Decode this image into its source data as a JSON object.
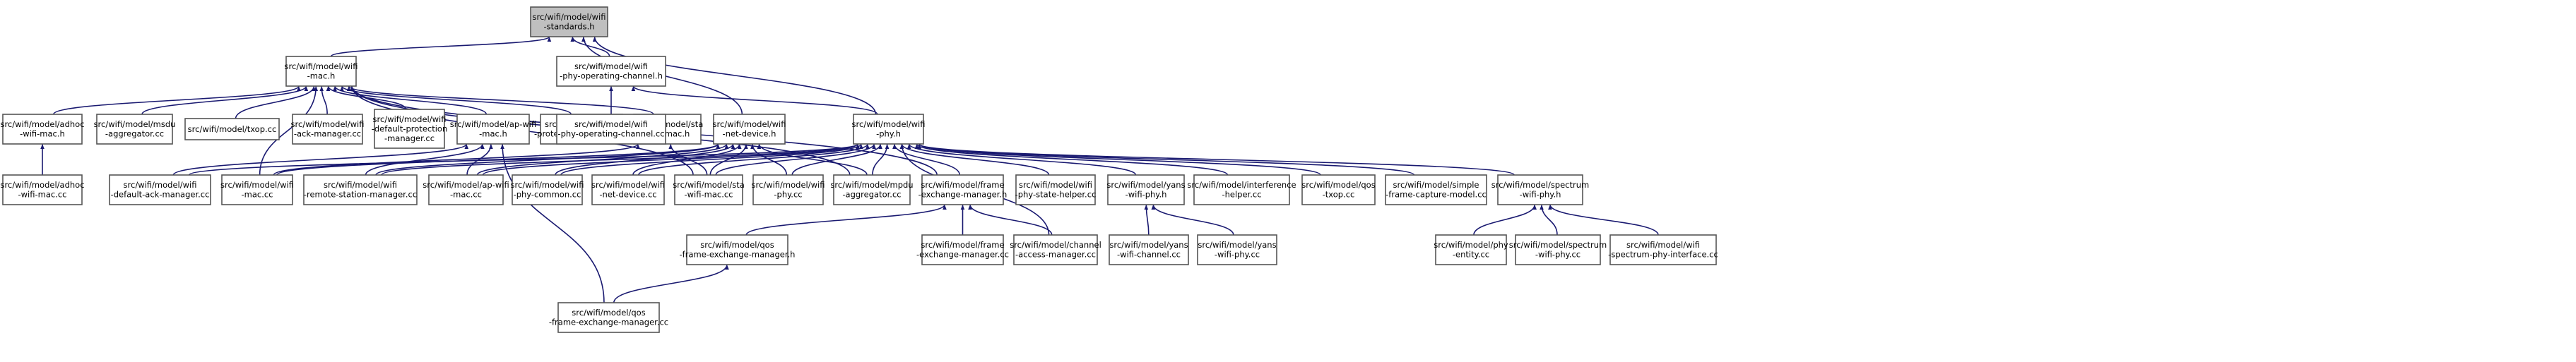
{
  "graph": {
    "nodes": [
      {
        "id": "standards",
        "lines": [
          "src/wifi/model/wifi",
          "-standards.h"
        ],
        "root": true
      },
      {
        "id": "mac_h",
        "lines": [
          "src/wifi/model/wifi",
          "-mac.h"
        ]
      },
      {
        "id": "phy_op_ch_h",
        "lines": [
          "src/wifi/model/wifi",
          "-phy-operating-channel.h"
        ]
      },
      {
        "id": "adhoc_mac_h",
        "lines": [
          "src/wifi/model/adhoc",
          "-wifi-mac.h"
        ]
      },
      {
        "id": "msdu_agg",
        "lines": [
          "src/wifi/model/msdu",
          "-aggregator.cc"
        ]
      },
      {
        "id": "txop_cc",
        "lines": [
          "src/wifi/model/txop.cc"
        ]
      },
      {
        "id": "ack_mgr",
        "lines": [
          "src/wifi/model/wifi",
          "-ack-manager.cc"
        ]
      },
      {
        "id": "def_prot",
        "lines": [
          "src/wifi/model/wifi",
          "-default-protection",
          "-manager.cc"
        ]
      },
      {
        "id": "ap_mac_h",
        "lines": [
          "src/wifi/model/ap-wifi",
          "-mac.h"
        ]
      },
      {
        "id": "prot_mgr",
        "lines": [
          "src/wifi/model/wifi",
          "-protection-manager.cc"
        ]
      },
      {
        "id": "sta_mac_h",
        "lines": [
          "src/wifi/model/sta",
          "-wifi-mac.h"
        ]
      },
      {
        "id": "net_dev_h",
        "lines": [
          "src/wifi/model/wifi",
          "-net-device.h"
        ]
      },
      {
        "id": "phy_op_ch_cc",
        "lines": [
          "src/wifi/model/wifi",
          "-phy-operating-channel.cc"
        ]
      },
      {
        "id": "phy_h",
        "lines": [
          "src/wifi/model/wifi",
          "-phy.h"
        ]
      },
      {
        "id": "adhoc_mac_cc",
        "lines": [
          "src/wifi/model/adhoc",
          "-wifi-mac.cc"
        ]
      },
      {
        "id": "def_ack",
        "lines": [
          "src/wifi/model/wifi",
          "-default-ack-manager.cc"
        ]
      },
      {
        "id": "mac_cc",
        "lines": [
          "src/wifi/model/wifi",
          "-mac.cc"
        ]
      },
      {
        "id": "rsm",
        "lines": [
          "src/wifi/model/wifi",
          "-remote-station-manager.cc"
        ]
      },
      {
        "id": "ap_mac_cc",
        "lines": [
          "src/wifi/model/ap-wifi",
          "-mac.cc"
        ]
      },
      {
        "id": "phy_common",
        "lines": [
          "src/wifi/model/wifi",
          "-phy-common.cc"
        ]
      },
      {
        "id": "net_dev_cc",
        "lines": [
          "src/wifi/model/wifi",
          "-net-device.cc"
        ]
      },
      {
        "id": "sta_mac_cc",
        "lines": [
          "src/wifi/model/sta",
          "-wifi-mac.cc"
        ]
      },
      {
        "id": "phy_cc",
        "lines": [
          "src/wifi/model/wifi",
          "-phy.cc"
        ]
      },
      {
        "id": "mpdu_agg",
        "lines": [
          "src/wifi/model/mpdu",
          "-aggregator.cc"
        ]
      },
      {
        "id": "fem_h",
        "lines": [
          "src/wifi/model/frame",
          "-exchange-manager.h"
        ]
      },
      {
        "id": "phy_state",
        "lines": [
          "src/wifi/model/wifi",
          "-phy-state-helper.cc"
        ]
      },
      {
        "id": "yans_phy_h",
        "lines": [
          "src/wifi/model/yans",
          "-wifi-phy.h"
        ]
      },
      {
        "id": "interf",
        "lines": [
          "src/wifi/model/interference",
          "-helper.cc"
        ]
      },
      {
        "id": "qos_txop",
        "lines": [
          "src/wifi/model/qos",
          "-txop.cc"
        ]
      },
      {
        "id": "simple_fc",
        "lines": [
          "src/wifi/model/simple",
          "-frame-capture-model.cc"
        ]
      },
      {
        "id": "spec_phy_h",
        "lines": [
          "src/wifi/model/spectrum",
          "-wifi-phy.h"
        ]
      },
      {
        "id": "qos_fem_h",
        "lines": [
          "src/wifi/model/qos",
          "-frame-exchange-manager.h"
        ]
      },
      {
        "id": "fem_cc",
        "lines": [
          "src/wifi/model/frame",
          "-exchange-manager.cc"
        ]
      },
      {
        "id": "ch_access",
        "lines": [
          "src/wifi/model/channel",
          "-access-manager.cc"
        ]
      },
      {
        "id": "yans_ch",
        "lines": [
          "src/wifi/model/yans",
          "-wifi-channel.cc"
        ]
      },
      {
        "id": "yans_phy_cc",
        "lines": [
          "src/wifi/model/yans",
          "-wifi-phy.cc"
        ]
      },
      {
        "id": "phy_entity",
        "lines": [
          "src/wifi/model/phy",
          "-entity.cc"
        ]
      },
      {
        "id": "spec_phy_cc",
        "lines": [
          "src/wifi/model/spectrum",
          "-wifi-phy.cc"
        ]
      },
      {
        "id": "spec_iface",
        "lines": [
          "src/wifi/model/wifi",
          "-spectrum-phy-interface.cc"
        ]
      },
      {
        "id": "qos_fem_cc",
        "lines": [
          "src/wifi/model/qos",
          "-frame-exchange-manager.cc"
        ]
      }
    ],
    "edges": [
      [
        "mac_h",
        "standards"
      ],
      [
        "phy_op_ch_h",
        "standards"
      ],
      [
        "net_dev_h",
        "standards"
      ],
      [
        "phy_h",
        "standards"
      ],
      [
        "phy_op_ch_cc",
        "phy_op_ch_h"
      ],
      [
        "phy_h",
        "phy_op_ch_h"
      ],
      [
        "adhoc_mac_h",
        "mac_h"
      ],
      [
        "msdu_agg",
        "mac_h"
      ],
      [
        "txop_cc",
        "mac_h"
      ],
      [
        "ack_mgr",
        "mac_h"
      ],
      [
        "def_prot",
        "mac_h"
      ],
      [
        "ap_mac_h",
        "mac_h"
      ],
      [
        "prot_mgr",
        "mac_h"
      ],
      [
        "sta_mac_h",
        "mac_h"
      ],
      [
        "mac_cc",
        "mac_h"
      ],
      [
        "sta_mac_cc",
        "mac_h"
      ],
      [
        "mpdu_agg",
        "mac_h"
      ],
      [
        "fem_h",
        "mac_h"
      ],
      [
        "adhoc_mac_cc",
        "adhoc_mac_h"
      ],
      [
        "def_ack",
        "ap_mac_h"
      ],
      [
        "rsm",
        "ap_mac_h"
      ],
      [
        "ap_mac_cc",
        "ap_mac_h"
      ],
      [
        "qos_fem_cc",
        "ap_mac_h"
      ],
      [
        "mac_cc",
        "sta_mac_h"
      ],
      [
        "sta_mac_cc",
        "sta_mac_h"
      ],
      [
        "rsm",
        "net_dev_h"
      ],
      [
        "ap_mac_cc",
        "net_dev_h"
      ],
      [
        "phy_common",
        "net_dev_h"
      ],
      [
        "net_dev_cc",
        "net_dev_h"
      ],
      [
        "sta_mac_cc",
        "net_dev_h"
      ],
      [
        "phy_cc",
        "net_dev_h"
      ],
      [
        "mpdu_agg",
        "net_dev_h"
      ],
      [
        "mac_cc",
        "net_dev_h"
      ],
      [
        "def_ack",
        "phy_h"
      ],
      [
        "rsm",
        "phy_h"
      ],
      [
        "ap_mac_cc",
        "phy_h"
      ],
      [
        "phy_common",
        "phy_h"
      ],
      [
        "net_dev_cc",
        "phy_h"
      ],
      [
        "sta_mac_cc",
        "phy_h"
      ],
      [
        "phy_cc",
        "phy_h"
      ],
      [
        "mpdu_agg",
        "phy_h"
      ],
      [
        "fem_h",
        "phy_h"
      ],
      [
        "phy_state",
        "phy_h"
      ],
      [
        "yans_phy_h",
        "phy_h"
      ],
      [
        "interf",
        "phy_h"
      ],
      [
        "qos_txop",
        "phy_h"
      ],
      [
        "simple_fc",
        "phy_h"
      ],
      [
        "spec_phy_h",
        "phy_h"
      ],
      [
        "ch_access",
        "phy_h"
      ],
      [
        "qos_fem_h",
        "fem_h"
      ],
      [
        "fem_cc",
        "fem_h"
      ],
      [
        "ch_access",
        "fem_h"
      ],
      [
        "qos_fem_cc",
        "qos_fem_h"
      ],
      [
        "yans_ch",
        "yans_phy_h"
      ],
      [
        "yans_phy_cc",
        "yans_phy_h"
      ],
      [
        "phy_entity",
        "spec_phy_h"
      ],
      [
        "spec_phy_cc",
        "spec_phy_h"
      ],
      [
        "spec_iface",
        "spec_phy_h"
      ]
    ]
  }
}
